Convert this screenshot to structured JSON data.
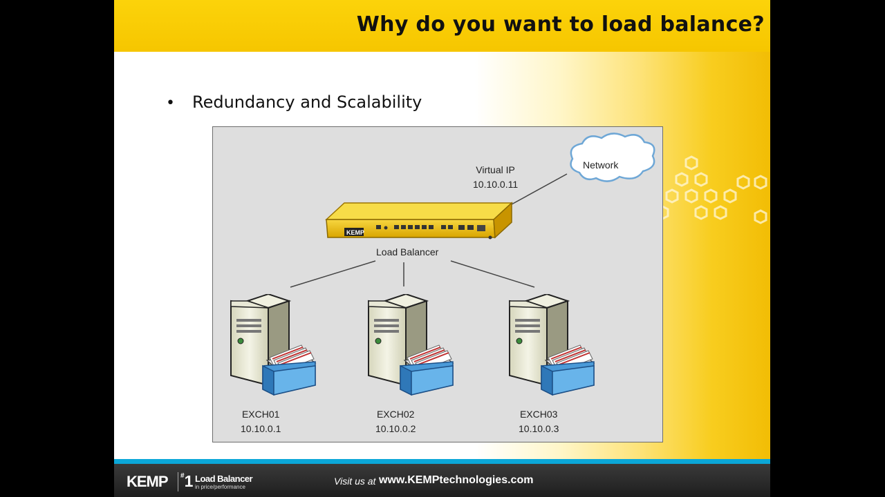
{
  "slide": {
    "title": "Why do you want to load balance?",
    "bullet": "Redundancy and Scalability"
  },
  "diagram": {
    "network_label": "Network",
    "virtual_ip_label": "Virtual IP",
    "virtual_ip_address": "10.10.0.11",
    "appliance_brand": "KEMP",
    "load_balancer_label": "Load Balancer",
    "servers": [
      {
        "name": "EXCH01",
        "ip": "10.10.0.1"
      },
      {
        "name": "EXCH02",
        "ip": "10.10.0.2"
      },
      {
        "name": "EXCH03",
        "ip": "10.10.0.3"
      }
    ]
  },
  "footer": {
    "brand": "KEMP",
    "rank_hash": "#",
    "rank_number": "1",
    "tagline": "Load Balancer",
    "tagline_sub": "in price/performance",
    "visit_label": "Visit us at",
    "url": "www.KEMPtechnologies.com"
  },
  "colors": {
    "title_bar": "#f6c600",
    "footer_accent": "#0ba7d8",
    "appliance": "#f2c418"
  }
}
